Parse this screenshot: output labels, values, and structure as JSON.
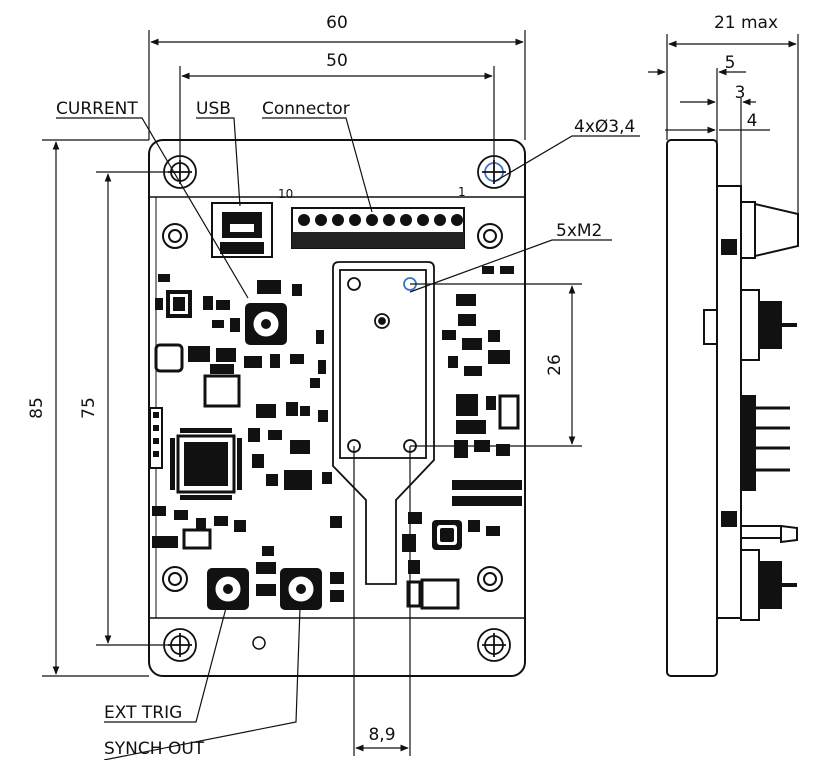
{
  "dimensions": {
    "board_width": "60",
    "hole_spacing_x": "50",
    "board_height": "85",
    "hole_spacing_y": "75",
    "module_hole_spacing": "26",
    "module_hole_pitch": "8,9",
    "side_max_thickness": "21 max",
    "side_dim_a": "5",
    "side_dim_b": "3",
    "side_dim_c": "4"
  },
  "callouts": {
    "current": "CURRENT",
    "usb": "USB",
    "connector": "Connector",
    "mount_holes": "4xØ3,4",
    "module_holes": "5xM2",
    "ext_trig": "EXT TRIG",
    "synch_out": "SYNCH OUT"
  },
  "pin_labels": {
    "pin_first": "1",
    "pin_last": "10"
  },
  "colors": {
    "line": "#111111",
    "pad": "#1a1a1a",
    "highlight": "#3b74c8"
  }
}
